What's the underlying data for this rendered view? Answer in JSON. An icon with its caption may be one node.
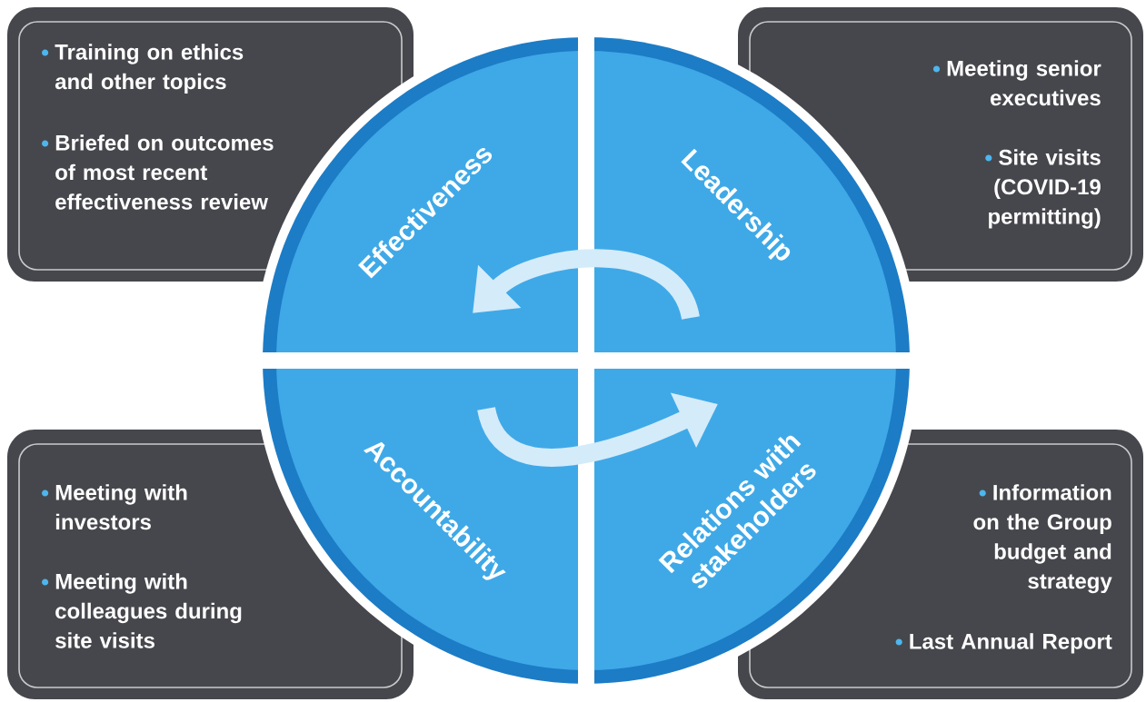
{
  "diagram": {
    "nodes": [
      {
        "text": [
          "Training on ethics and other topics",
          "Briefed on outcomes of most recent effectiveness review"
        ]
      },
      {
        "text": [
          "Meeting senior executives",
          "Site visits (COVID-19 permitting)"
        ]
      },
      {
        "text": [],
        "shape": "circle"
      },
      {
        "text": [
          "Effectiveness"
        ],
        "in": 2
      },
      {
        "text": [
          "Leadership"
        ],
        "in": 2
      },
      {
        "text": [
          "Accountability"
        ],
        "in": 2
      },
      {
        "text": [
          "Relations with stakeholders"
        ],
        "in": 2
      },
      {
        "text": [
          "Meeting with investors",
          "Meeting with colleagues during site visits"
        ]
      },
      {
        "text": [
          "Information on the Group budget and strategy",
          "Last Annual Report"
        ]
      }
    ],
    "edges": [
      {
        "from": 4,
        "to": 3,
        "arrow": "to"
      },
      {
        "from": 5,
        "to": 6,
        "arrow": "to"
      }
    ]
  }
}
